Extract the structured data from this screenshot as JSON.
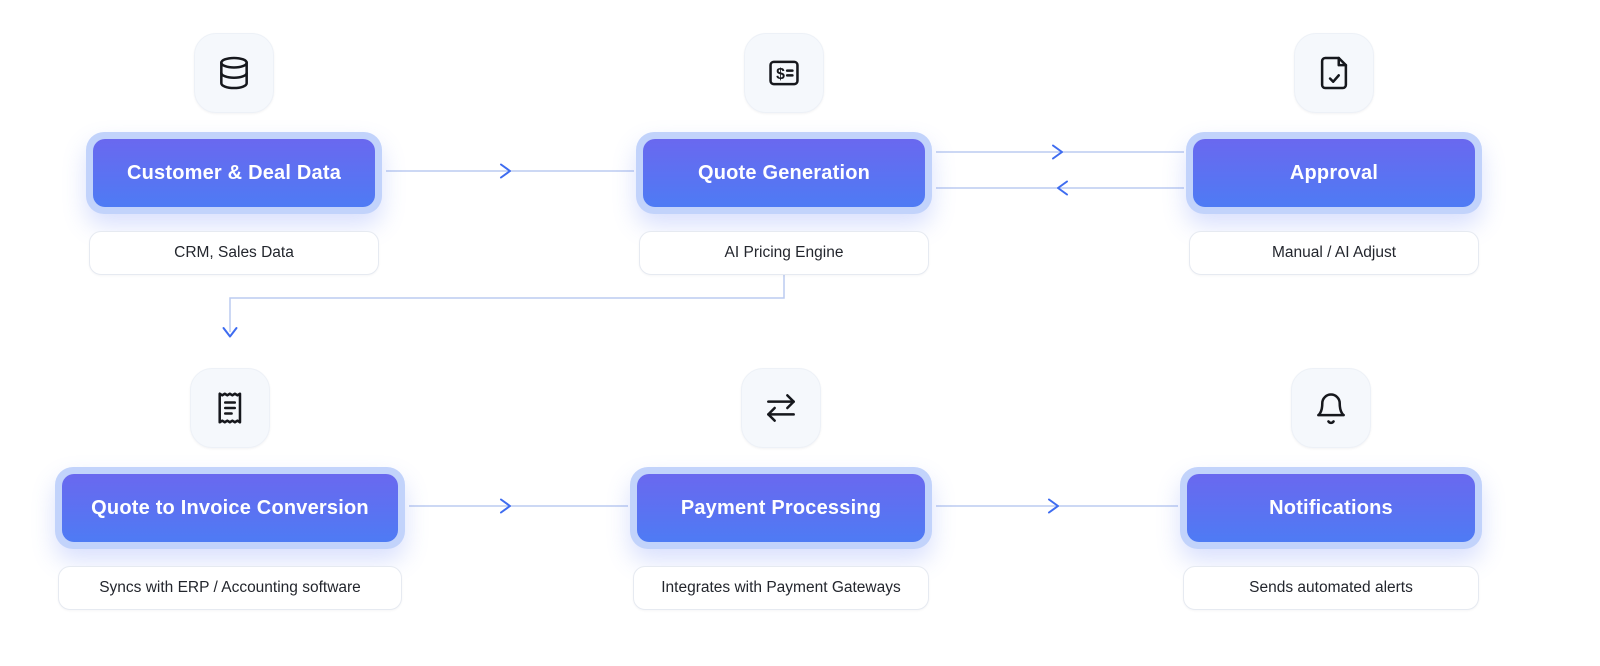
{
  "colors": {
    "node_grad_top": "#6a68ef",
    "node_grad_bottom": "#4e7bf4",
    "node_halo": "#c2d3fb",
    "edge_line": "#bccbf0",
    "edge_arrow": "#3e6cf0",
    "tile_bg": "#f5f8fc",
    "tile_border": "#edf1f7",
    "sub_border": "#e6eaf1",
    "text_dark": "#23262d"
  },
  "nodes": [
    {
      "id": "customer-deal-data",
      "label": "Customer & Deal Data",
      "sublabel": "CRM, Sales Data",
      "icon": "database-icon"
    },
    {
      "id": "quote-generation",
      "label": "Quote Generation",
      "sublabel": "AI Pricing Engine",
      "icon": "price-box-icon"
    },
    {
      "id": "approval",
      "label": "Approval",
      "sublabel": "Manual / AI Adjust",
      "icon": "document-check-icon"
    },
    {
      "id": "quote-to-invoice-conversion",
      "label": "Quote to Invoice Conversion",
      "sublabel": "Syncs with ERP / Accounting software",
      "icon": "receipt-icon"
    },
    {
      "id": "payment-processing",
      "label": "Payment Processing",
      "sublabel": "Integrates with Payment Gateways",
      "icon": "transfer-arrows-icon"
    },
    {
      "id": "notifications",
      "label": "Notifications",
      "sublabel": "Sends automated alerts",
      "icon": "bell-icon"
    }
  ],
  "edges": [
    {
      "from": "customer-deal-data",
      "to": "quote-generation",
      "direction": "right"
    },
    {
      "from": "quote-generation",
      "to": "approval",
      "direction": "right"
    },
    {
      "from": "approval",
      "to": "quote-generation",
      "direction": "left"
    },
    {
      "from": "quote-generation",
      "to": "quote-to-invoice-conversion",
      "direction": "down"
    },
    {
      "from": "quote-to-invoice-conversion",
      "to": "payment-processing",
      "direction": "right"
    },
    {
      "from": "payment-processing",
      "to": "notifications",
      "direction": "right"
    }
  ]
}
